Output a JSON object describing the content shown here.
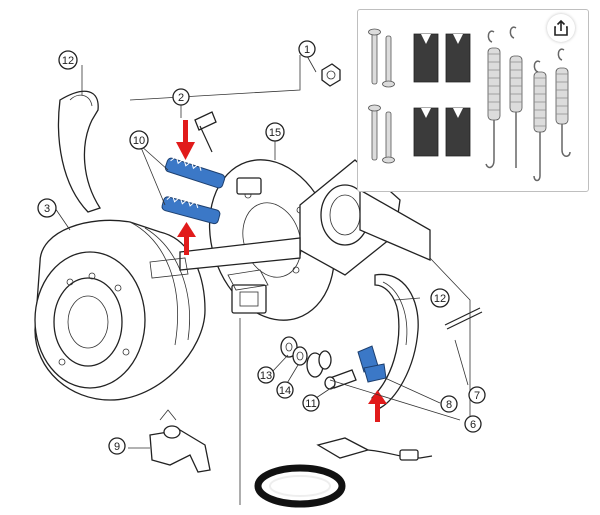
{
  "callouts": {
    "c1": "1",
    "c2": "2",
    "c3": "3",
    "c6": "6",
    "c7": "7",
    "c8": "8",
    "c9": "9",
    "c10": "10",
    "c11": "11",
    "c12a": "12",
    "c12b": "12",
    "c13": "13",
    "c14": "14",
    "c15": "15"
  },
  "inset": {
    "share_icon": "share-icon"
  },
  "colors": {
    "highlight_blue": "#3b78c7",
    "arrow_red": "#e11b1b",
    "pad_dark": "#3b3b3b"
  }
}
